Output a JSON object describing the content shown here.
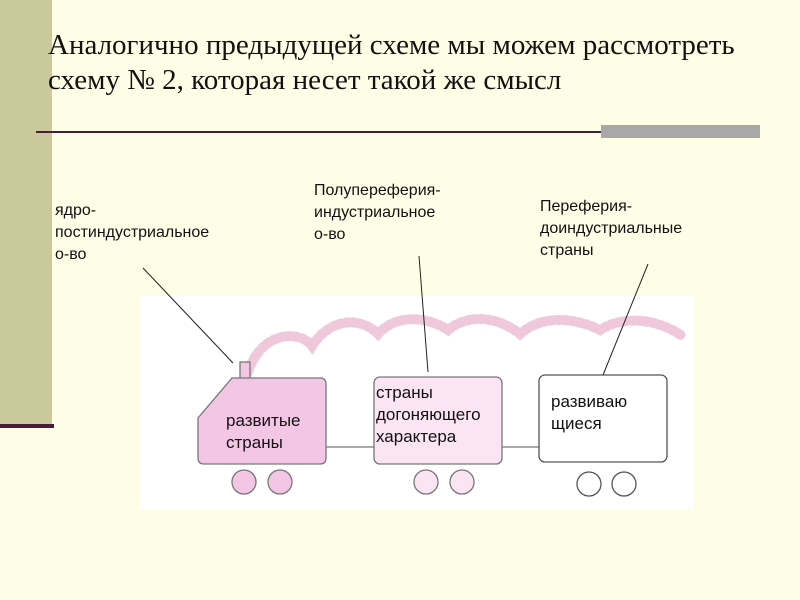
{
  "title": "Аналогично предыдущей схеме мы можем рассмотреть схему № 2, которая несет такой же смысл",
  "labels": {
    "core": [
      "ядро-",
      "постиндустриальное",
      "о-во"
    ],
    "semi": [
      "Полупереферия-",
      "индустриальное",
      "о-во"
    ],
    "periphery": [
      "Переферия-",
      "доиндустриальные",
      "страны"
    ]
  },
  "cars": {
    "locomotive": [
      "развитые",
      "страны"
    ],
    "middle": [
      "страны",
      "догоняющего",
      "характера"
    ],
    "last": [
      "развиваю",
      "щиеся"
    ]
  },
  "colors": {
    "locomotive_fill": "#f4c6e6",
    "middle_fill": "#fbe4f4",
    "last_fill": "#ffffff",
    "smoke": "#f0c8dc",
    "background": "#fefee6",
    "accent_bar": "#c9c99c",
    "rule": "#4a1c3a"
  }
}
